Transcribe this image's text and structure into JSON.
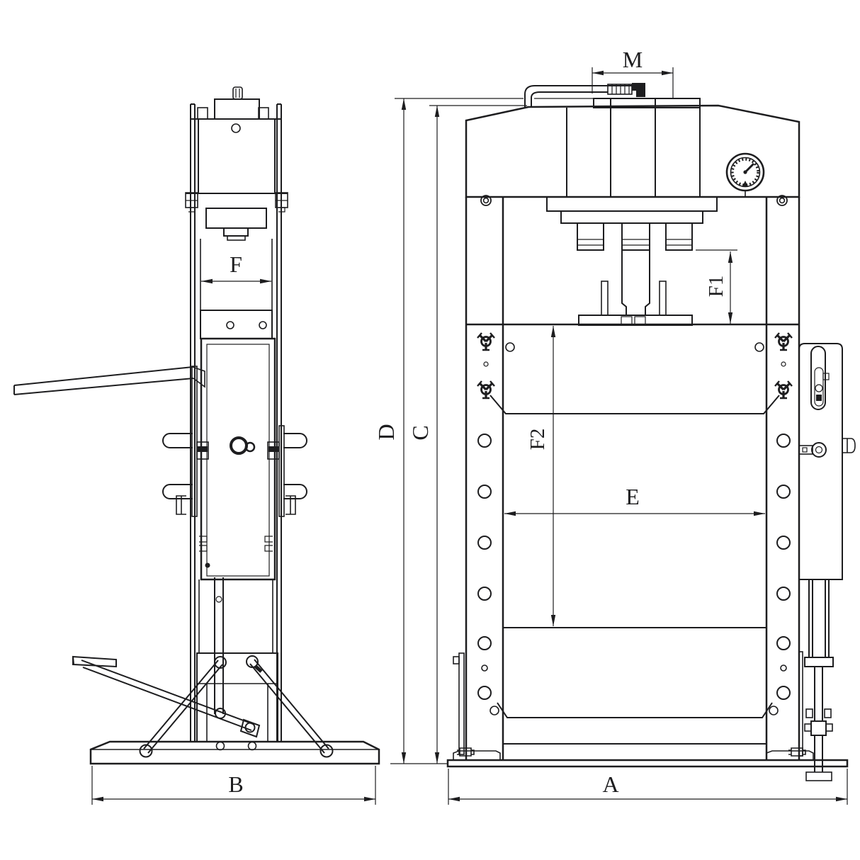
{
  "colors": {
    "line": "#1d1d1f",
    "background": "#ffffff"
  },
  "drawing": {
    "type": "technical-dimension-drawing",
    "subject": "hydraulic shop press, side view and front view"
  },
  "dimension_labels": {
    "A": "A",
    "B": "B",
    "C": "C",
    "D": "D",
    "E": "E",
    "F": "F",
    "F1": "F1",
    "F2": "F2",
    "M": "M"
  }
}
